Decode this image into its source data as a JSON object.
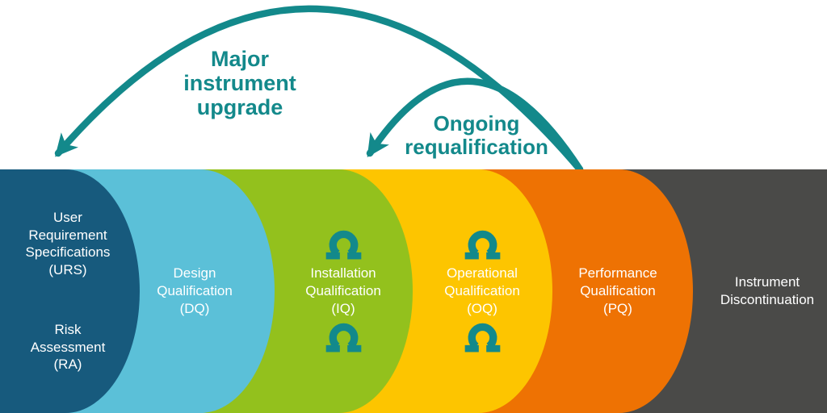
{
  "arrows": {
    "major_upgrade_label": "Major\ninstrument\nupgrade",
    "ongoing_requalification_label": "Ongoing\nrequalification"
  },
  "stages": [
    {
      "name": "URS-RA",
      "label_primary": "User\nRequirement\nSpecifications\n(URS)",
      "label_secondary": "Risk\nAssessment\n(RA)",
      "color": "#175A7D"
    },
    {
      "name": "DQ",
      "label_primary": "Design\nQualification\n(DQ)",
      "color": "#5BC0D8"
    },
    {
      "name": "IQ",
      "label_primary": "Installation\nQualification\n(IQ)",
      "color": "#93C11D",
      "requalification_icons": true
    },
    {
      "name": "OQ",
      "label_primary": "Operational\nQualification\n(OQ)",
      "color": "#FDC500",
      "requalification_icons": true
    },
    {
      "name": "PQ",
      "label_primary": "Performance\nQualification\n(PQ)",
      "color": "#EE7203"
    },
    {
      "name": "Discontinuation",
      "label_primary": "Instrument\nDiscontinuation",
      "color": "#4A4A48"
    }
  ],
  "icons": {
    "requalification_omega": "Ω"
  },
  "colors": {
    "arrow_teal": "#13898B",
    "label_text": "#FFFFFF",
    "background": "#FFFFFF"
  }
}
